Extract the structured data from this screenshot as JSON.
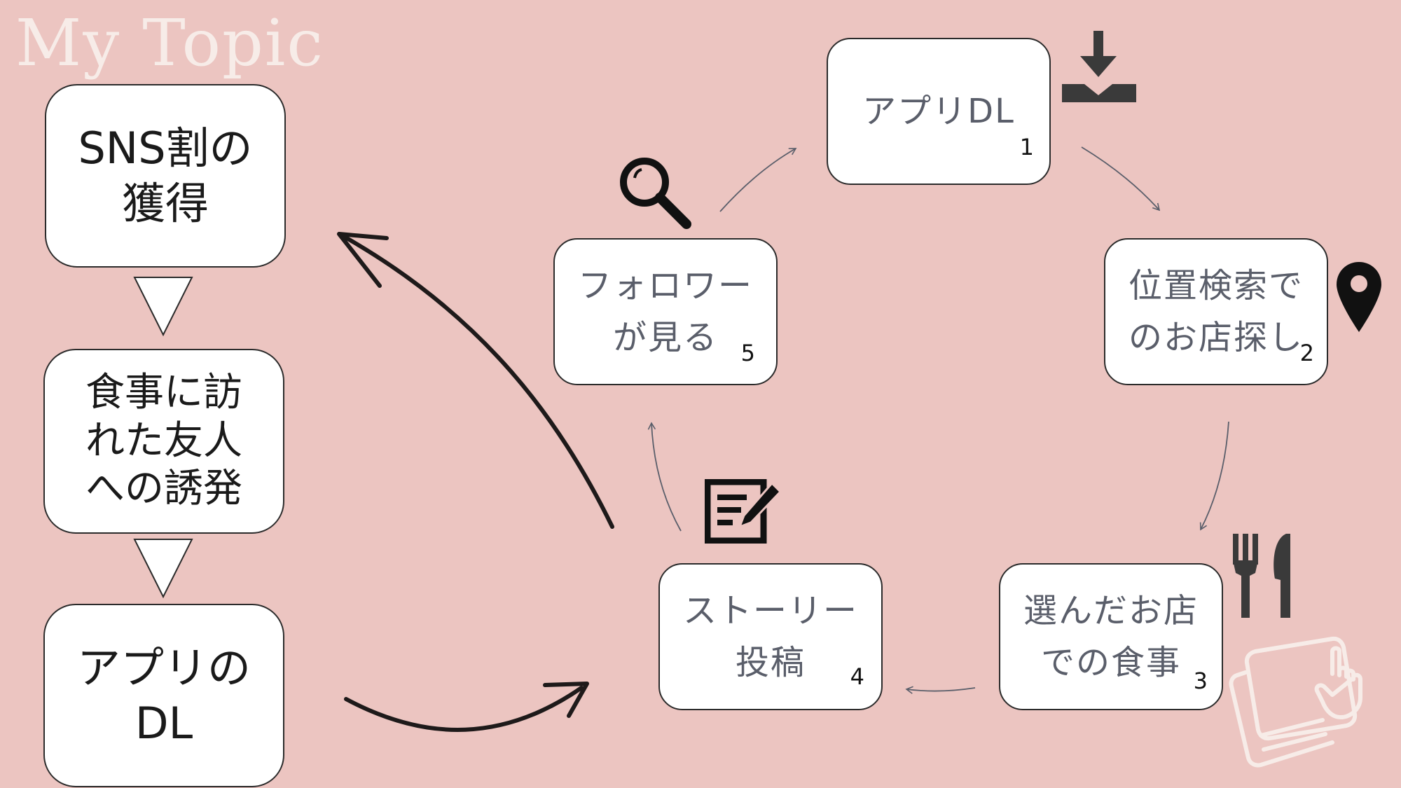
{
  "title": "My Topic",
  "left_flow": {
    "step1": [
      "SNS割の",
      "獲得"
    ],
    "step2": [
      "食事に訪",
      "れた友人",
      "への誘発"
    ],
    "step3": [
      "アプリの",
      "DL"
    ]
  },
  "cycle": [
    {
      "lines": [
        "アプリDL"
      ],
      "num": "1",
      "icon": "download-icon"
    },
    {
      "lines": [
        "位置検索で",
        "のお店探し"
      ],
      "num": "2",
      "icon": "map-pin-icon"
    },
    {
      "lines": [
        "選んだお店",
        "での食事"
      ],
      "num": "3",
      "icon": "fork-knife-icon"
    },
    {
      "lines": [
        "ストーリー",
        "投稿"
      ],
      "num": "4",
      "icon": "edit-note-icon"
    },
    {
      "lines": [
        "フォロワー",
        "が見る"
      ],
      "num": "5",
      "icon": "search-icon"
    }
  ],
  "colors": {
    "background": "#ecc5c1",
    "box": "#ffffff",
    "cycle_text": "#5a5e6a",
    "title": "#f7ece8"
  }
}
